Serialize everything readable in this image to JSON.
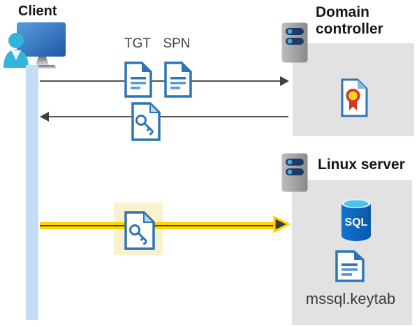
{
  "diagram": {
    "client": {
      "label": "Client"
    },
    "request_flow": {
      "tgt_label": "TGT",
      "spn_label": "SPN"
    },
    "domain_controller": {
      "label": "Domain controller"
    },
    "linux_server": {
      "label": "Linux server",
      "sql_badge": "SQL",
      "keytab_label": "mssql.keytab"
    },
    "icons": {
      "client": "client-workstation-icon",
      "domain_controller": "server-icon",
      "linux_server": "server-icon",
      "tgt": "document-icon",
      "spn": "document-icon",
      "service_ticket": "key-document-icon",
      "highlighted_ticket": "key-document-icon",
      "certificate": "certificate-document-icon",
      "sql_database": "sql-database-icon",
      "keytab_file": "document-icon"
    },
    "colors": {
      "doc_blue": "#2e75b6",
      "doc_line_blue": "#5b9bd5",
      "lifeline_blue": "#c5dcf7",
      "panel_gray": "#e2e2e2",
      "highlight_yellow": "#faf2cc",
      "arrow_yellow": "#ffd400",
      "arrow_gray": "#3f3f3f",
      "sql_blue": "#0e66bb",
      "sql_top_cyan": "#49c3e9",
      "cert_red": "#d63426",
      "cert_gold": "#ffd41f"
    }
  }
}
